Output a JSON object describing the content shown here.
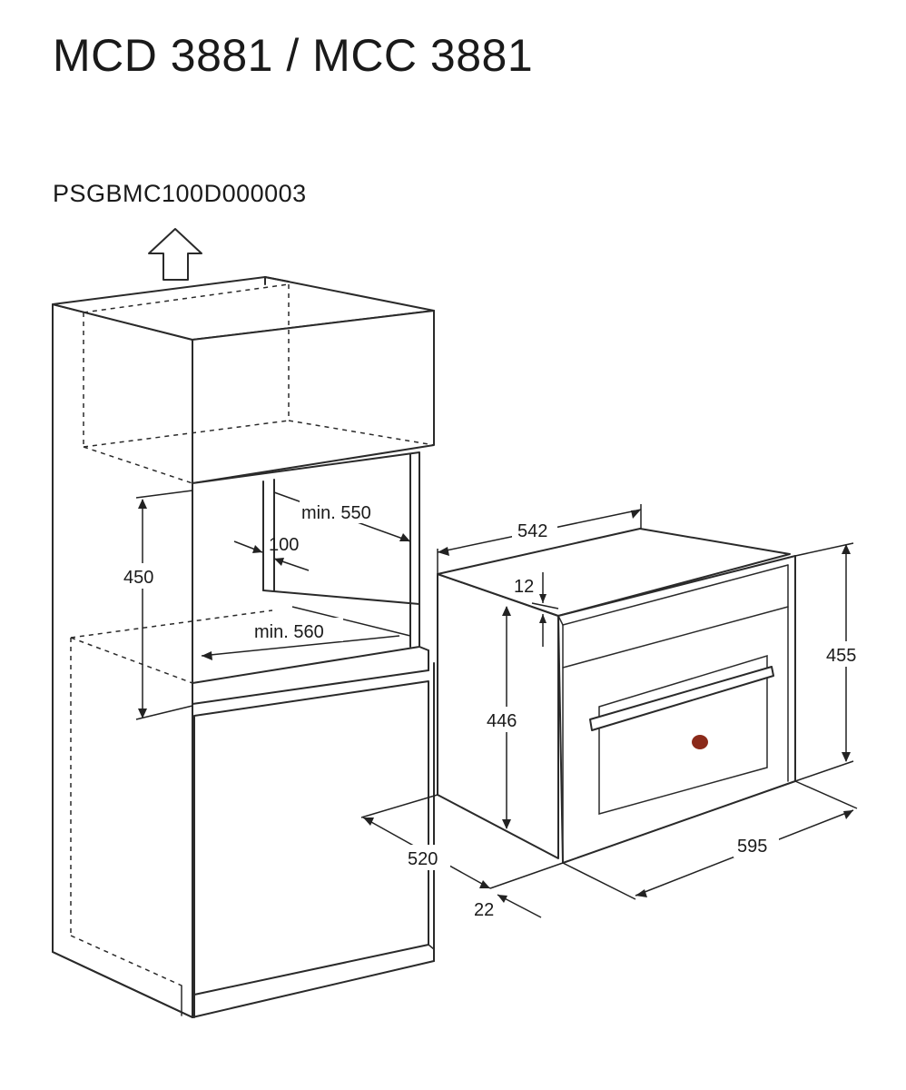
{
  "header": {
    "title": "MCD 3881 / MCC 3881",
    "code": "PSGBMC100D000003"
  },
  "dimensions": {
    "niche_width_min": "min. 550",
    "niche_depth_min": "min. 560",
    "niche_height": "450",
    "ventilation_gap": "100",
    "appliance_depth": "542",
    "frame_offset_top": "12",
    "appliance_height": "455",
    "body_height": "446",
    "body_depth": "520",
    "frame_thickness": "22",
    "appliance_width": "595"
  },
  "colors": {
    "line": "#2a2a2a",
    "knob": "#8b2a1a"
  },
  "icons": {
    "airflow": "up-arrow-icon"
  }
}
